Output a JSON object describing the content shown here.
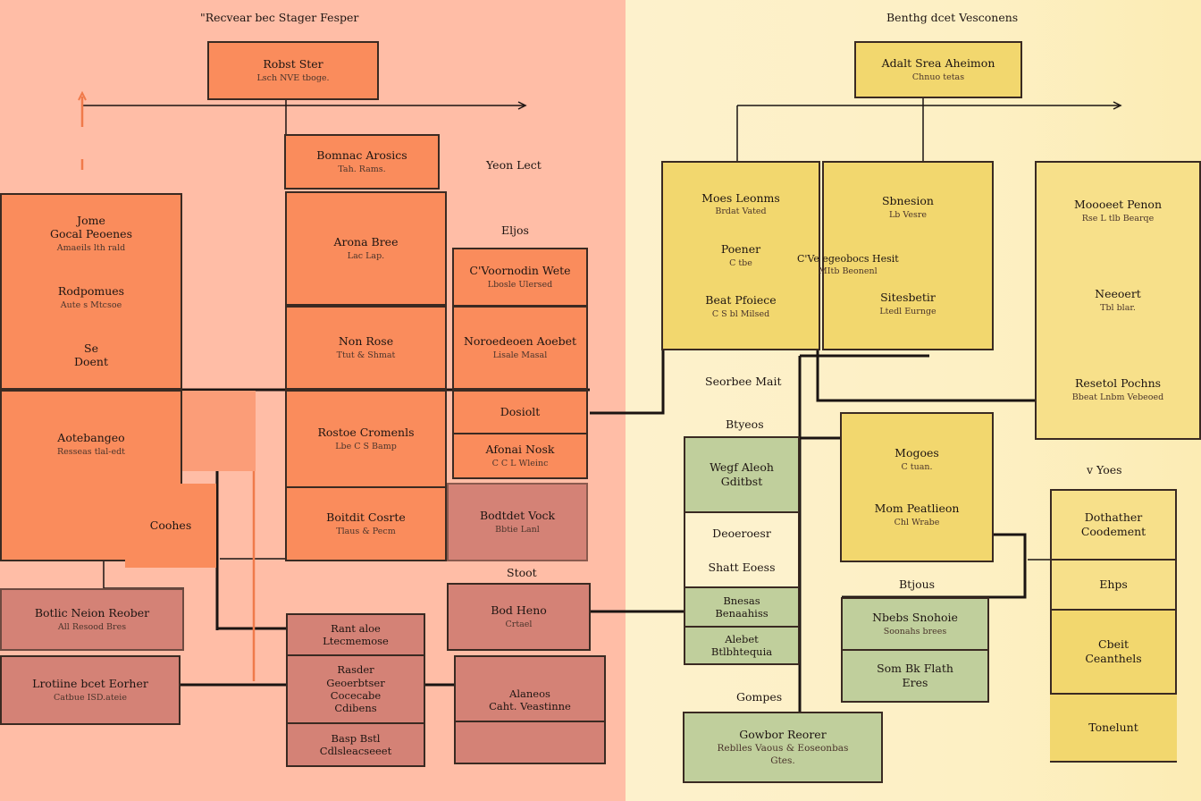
{
  "left_panel": {
    "heading": "\"Recvear bec Stager   Fesper",
    "root": {
      "title": "Robst Ster",
      "sub": "Lsch NVE tboge."
    },
    "yeon_label": "Yeon Lect",
    "bones_top": {
      "title": "Bomnac Arosics",
      "sub": "Tah. Rams."
    },
    "big_left": [
      {
        "title": "Jome\nGocal Peoenes",
        "sub": "Amaeils lth rald"
      },
      {
        "title": "Rodpomues",
        "sub": "Aute s Mtcsoe"
      },
      {
        "title": "Se\nDoent",
        "sub": ""
      }
    ],
    "autobangeo": {
      "title": "Aotebangeo",
      "sub": "Resseas tlal-edt"
    },
    "coohes": {
      "title": "Coohes"
    },
    "arona": {
      "title": "Arona Bree",
      "sub": "Lac Lap."
    },
    "non_rose": {
      "title": "Non Rose",
      "sub": "Ttut & Shmat"
    },
    "rostoe": {
      "title": "Rostoe Cromenls",
      "sub": "Lbe C S Bamp"
    },
    "boitdit": {
      "title": "Boitdit Cosrte",
      "sub": "Tlaus & Pecm"
    },
    "eljos_label": "Eljos",
    "vornodin": {
      "title": "C'Voornodin Wete",
      "sub": "Lbosle Ulersed"
    },
    "norom": {
      "title": "Noroedeoen Aoebet",
      "sub": "Lisale Masal"
    },
    "dosiolt": {
      "title": "Dosiolt"
    },
    "afonai": {
      "title": "Afonai Nosk",
      "sub": "C C L Wleinc"
    },
    "bodtdet": {
      "title": "Bodtdet Vock",
      "sub": "Bbtie Lanl"
    },
    "stoot_label": "Stoot",
    "bod_heno": {
      "title": "Bod Heno",
      "sub": "Crtael"
    },
    "bottom_left_a": {
      "title": "Botlic Neion Reober",
      "sub": "All Resood Bres"
    },
    "bottom_left_b": {
      "title": "Lrotiine bcet Eorher",
      "sub": "Catbue ISD.ateie"
    },
    "stack_a": {
      "title": "Rant aloe\nLtecmemose"
    },
    "stack_b": {
      "title": "Rasder\nGeoerbtser\nCocecabe\nCdibens"
    },
    "stack_c": {
      "title": "Basp Bstl\nCdlsleacseeet"
    },
    "alaneos": {
      "title": "Alaneos\nCaht. Veastinne"
    }
  },
  "right_panel": {
    "heading": "Benthg dcet Vesconens",
    "root": {
      "title": "Adalt Srea Aheimon",
      "sub": "Chnuo tetas"
    },
    "col_a": [
      {
        "title": "Moes Leonms",
        "sub": "Brdat Vated"
      },
      {
        "title": "Poener",
        "sub": "C tbe"
      },
      {
        "title": "Beat Pfoiece",
        "sub": "C S bl Milsed"
      }
    ],
    "overlap_note": {
      "title": "C'Ve egeobocs Hesit",
      "sub": "MItb Beonenl"
    },
    "col_b": [
      {
        "title": "Sbnesion",
        "sub": "Lb Vesre"
      },
      {
        "title": "Sitesbetir",
        "sub": "Ltedl Eurnge"
      }
    ],
    "col_c": [
      {
        "title": "Moooeet Penon",
        "sub": "Rse L tlb Bearqe"
      },
      {
        "title": "Neeoert",
        "sub": "Tbl blar."
      },
      {
        "title": "Resetol Pochns",
        "sub": "Bbeat Lnbm Vebeoed"
      }
    ],
    "seorbe_label": "Seorbee Mait",
    "btjoes_label": "Btyeos",
    "green_top": {
      "title": "Wegf Aleoh\nGditbst"
    },
    "dosaoes": {
      "title": "Deoeroesr"
    },
    "shatt": {
      "title": "Shatt Eoess"
    },
    "green_b": {
      "title": "Bnesas\nBenaahiss"
    },
    "green_c": {
      "title": "Alebet\nBtlbhtequia"
    },
    "moges": {
      "title": "Mogoes",
      "sub": "C tuan."
    },
    "mom": {
      "title": "Mom Peatlieon",
      "sub": "Chl Wrabe"
    },
    "btjous_label": "Btjous",
    "green_d": {
      "title": "Nbebs Snohoie",
      "sub": "Soonahs brees"
    },
    "green_e": {
      "title": "Som Bk Flath",
      "sub": "Eres"
    },
    "gompes_label": "Gompes",
    "green_bottom": {
      "title": "Gowbor Reorer",
      "sub": "Reblles Vaous & Eoseonbas\nGtes."
    },
    "voes_label": "v Yoes",
    "stack_right": [
      {
        "title": "Dothather\nCoodement"
      },
      {
        "title": "Ehps"
      },
      {
        "title": "Cbeit\nCeanthels"
      },
      {
        "title": "Tonelunt"
      }
    ]
  },
  "colors": {
    "left_background": "#ffbda6",
    "right_background": "#fdf0c4",
    "orange_node": "#fa8c5c",
    "rose_node": "#d48276",
    "yellow_node": "#f2d76e",
    "green_node": "#c0cf9c",
    "connector": "#1a1412"
  }
}
